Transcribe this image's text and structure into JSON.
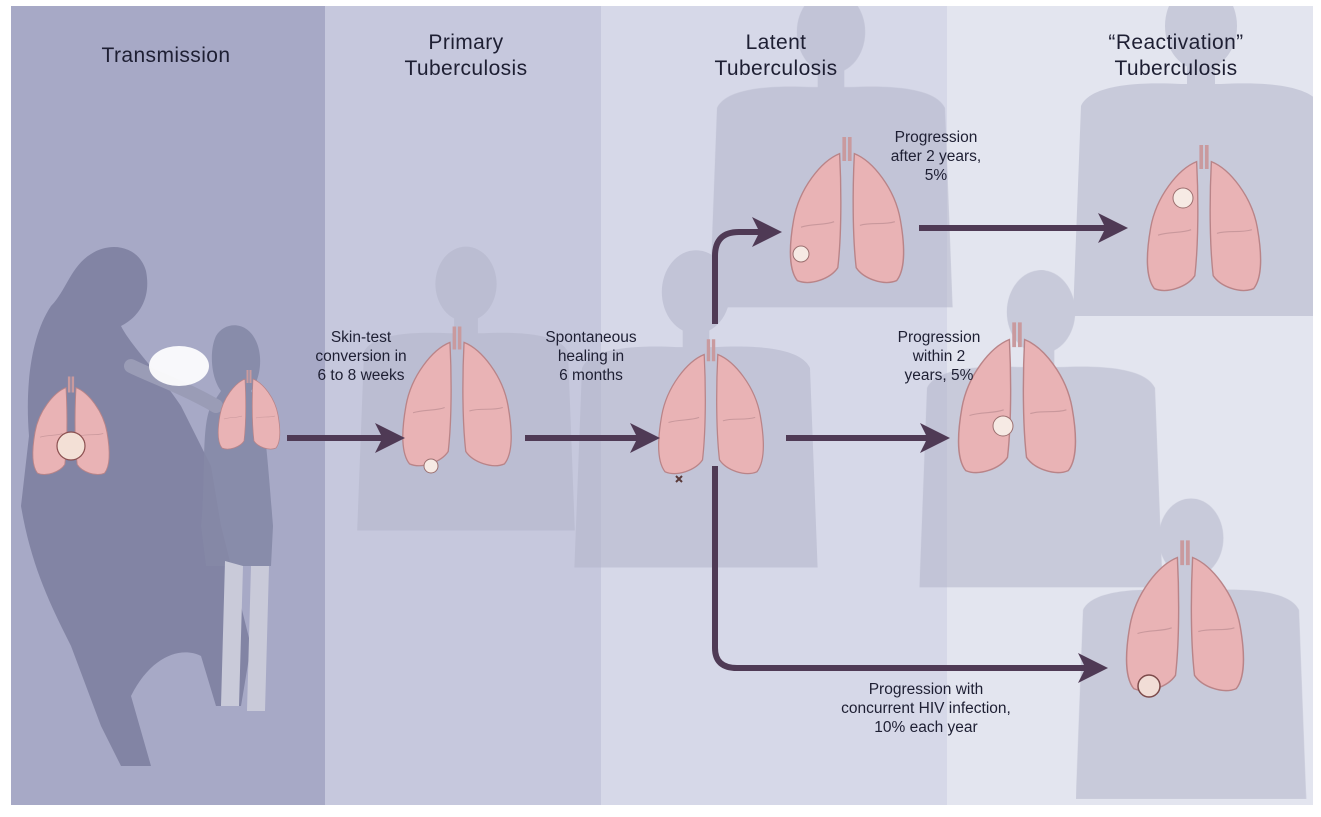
{
  "stages": {
    "transmission": "Transmission",
    "primary": {
      "line1": "Primary",
      "line2": "Tuberculosis"
    },
    "latent": {
      "line1": "Latent",
      "line2": "Tuberculosis"
    },
    "reactivation": {
      "line1": "“Reactivation”",
      "line2": "Tuberculosis"
    }
  },
  "annotations": {
    "skin_test": {
      "line1": "Skin-test",
      "line2": "conversion in",
      "line3": "6 to 8 weeks"
    },
    "healing": {
      "line1": "Spontaneous",
      "line2": "healing in",
      "line3": "6 months"
    },
    "after2": {
      "line1": "Progression",
      "line2": "after 2 years,",
      "line3": "5%"
    },
    "within2": {
      "line1": "Progression",
      "line2": "within 2",
      "line3": "years, 5%"
    },
    "hiv": {
      "line1": "Progression with",
      "line2": "concurrent HIV infection,",
      "line3": "10% each year"
    }
  },
  "colors": {
    "panel_transmission": "#a7a9c6",
    "panel_primary": "#c6c8dd",
    "panel_latent": "#d6d8e8",
    "panel_reactivation": "#e3e5ef",
    "arrow": "#4f3a55",
    "lung": "#e9b3b5",
    "silhouette": "#b3b5c9"
  }
}
